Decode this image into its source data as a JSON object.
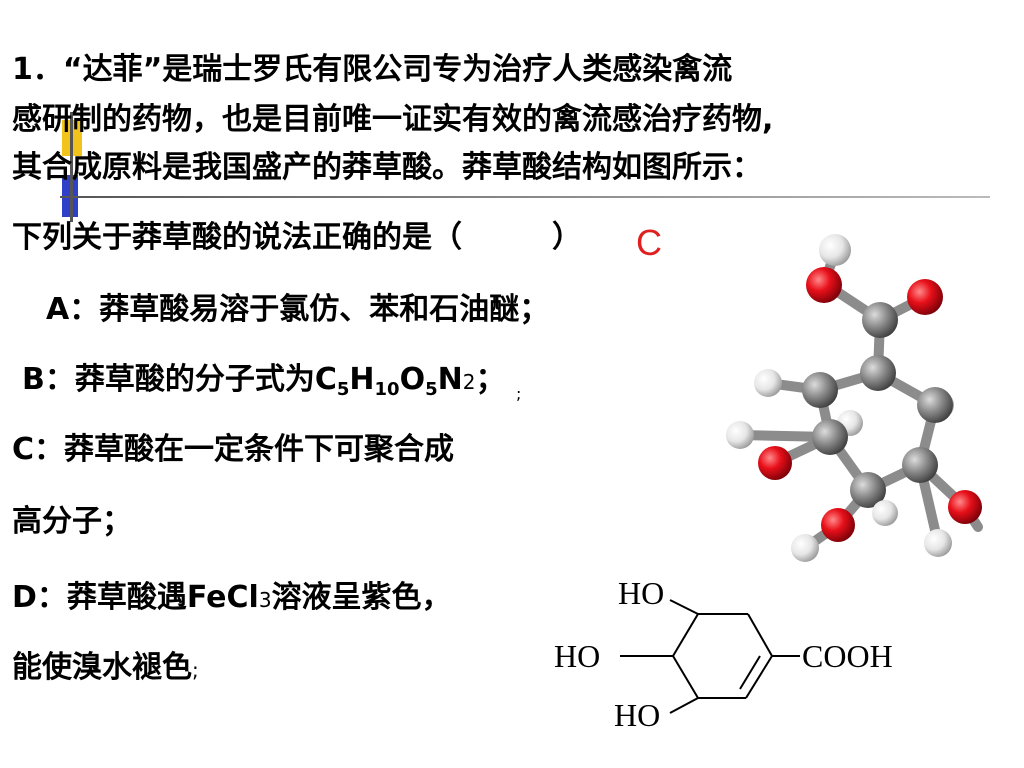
{
  "question": {
    "line1": "1．“达菲”是瑞士罗氏有限公司专为治疗人类感染禽流",
    "line2": "感研制的药物，也是目前唯一证实有效的禽流感治疗药物,",
    "line3": "其合成原料是我国盛产的莽草酸。莽草酸结构如图所示：",
    "prompt_before": "下列关于莽草酸的说法正确的是（",
    "prompt_after": "）",
    "answer": "C"
  },
  "options": {
    "a": "A：莽草酸易溶于氯仿、苯和石油醚；",
    "b_prefix": "B：莽草酸的分子式为C",
    "b_sub1": "5",
    "b_h": "H",
    "b_sub2": "10",
    "b_o": "O",
    "b_sub3": "5",
    "b_n": "N",
    "b_n_sub": "2",
    "b_end": "；",
    "b_stray": ";",
    "c_line1": "C：莽草酸在一定条件下可聚合成",
    "c_line2": "高分子；",
    "d_prefix": "D：莽草酸遇FeCl",
    "d_sub": "3",
    "d_rest": "溶液呈紫色，",
    "d_line2": "能使溴水褪色",
    "d_end": ";"
  },
  "structure": {
    "ho_top": "HO",
    "ho_left": "HO",
    "ho_bottom": "HO",
    "cooh": "COOH"
  },
  "colors": {
    "answer": "#e02020",
    "oxygen": "#e8101a",
    "carbon": "#8a8a8a",
    "hydrogen": "#eeeeee",
    "deco_yellow": "#f2c31a",
    "deco_blue": "#2f3fc8"
  }
}
